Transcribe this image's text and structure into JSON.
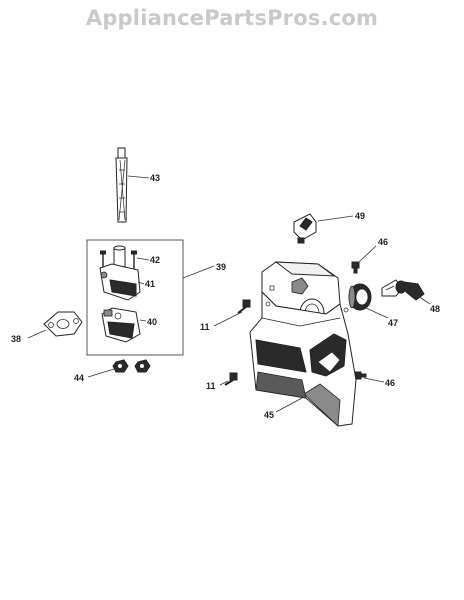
{
  "header": {
    "watermark": "AppliancePartsPros.com"
  },
  "callouts": {
    "c43": "43",
    "c42": "42",
    "c41": "41",
    "c39": "39",
    "c40": "40",
    "c38": "38",
    "c44": "44",
    "c49": "49",
    "c46a": "46",
    "c48": "48",
    "c47": "47",
    "c11a": "11",
    "c11b": "11",
    "c46b": "46",
    "c45": "45"
  }
}
